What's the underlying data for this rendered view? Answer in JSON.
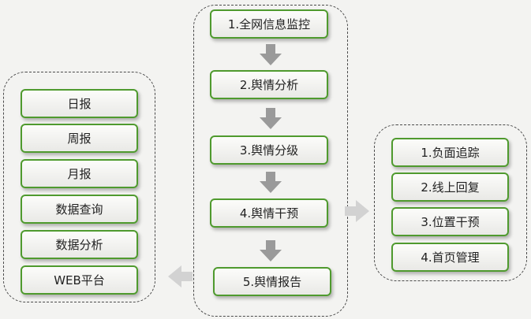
{
  "center_steps": [
    {
      "label": "1.全网信息监控"
    },
    {
      "label": "2.舆情分析"
    },
    {
      "label": "3.舆情分级"
    },
    {
      "label": "4.舆情干预"
    },
    {
      "label": "5.舆情报告"
    }
  ],
  "left_outputs": [
    {
      "label": "日报"
    },
    {
      "label": "周报"
    },
    {
      "label": "月报"
    },
    {
      "label": "数据查询"
    },
    {
      "label": "数据分析"
    },
    {
      "label": "WEB平台"
    }
  ],
  "right_actions": [
    {
      "label": "1.负面追踪"
    },
    {
      "label": "2.线上回复"
    },
    {
      "label": "3.位置干预"
    },
    {
      "label": "4.首页管理"
    }
  ],
  "colors": {
    "box_border": "#4f9a2e",
    "arrow_fill": "#9a9a9a",
    "side_arrow_fill": "#d2d2d2",
    "background": "#f3f3f1"
  }
}
